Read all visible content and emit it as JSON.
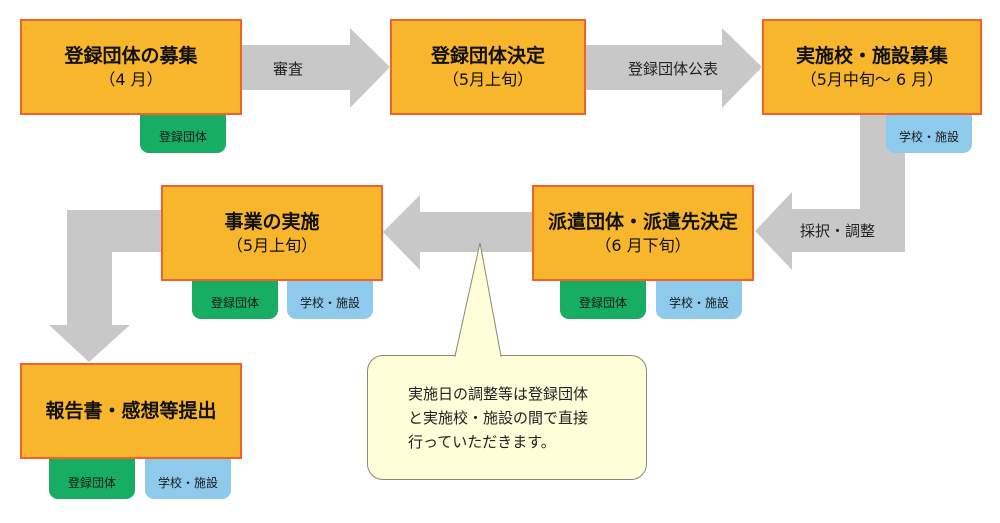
{
  "colors": {
    "step_fill": "#f8b62d",
    "step_border": "#f0622a",
    "arrow": "#c8c8c8",
    "tag_org": "#17ad62",
    "tag_school": "#8dcaec",
    "callout_fill": "#fefed8"
  },
  "steps": [
    {
      "title": "登録団体の募集",
      "period": "（4 月）",
      "tags": [
        "登録団体"
      ]
    },
    {
      "title": "登録団体決定",
      "period": "（5月上旬）",
      "tags": []
    },
    {
      "title": "実施校・施設募集",
      "period": "（5月中旬～ 6 月）",
      "tags": [
        "学校・施設"
      ]
    },
    {
      "title": "派遣団体・派遣先決定",
      "period": "（6 月下旬）",
      "tags": [
        "登録団体",
        "学校・施設"
      ]
    },
    {
      "title": "事業の実施",
      "period": "（5月上旬）",
      "tags": [
        "登録団体",
        "学校・施設"
      ]
    },
    {
      "title": "報告書・感想等提出",
      "period": "",
      "tags": [
        "登録団体",
        "学校・施設"
      ]
    }
  ],
  "arrows": [
    {
      "label": "審査"
    },
    {
      "label": "登録団体公表"
    },
    {
      "label": "採択・調整"
    },
    {
      "label": ""
    },
    {
      "label": ""
    }
  ],
  "callout": {
    "text": "実施日の調整等は登録団体\nと実施校・施設の間で直接\n行っていただきます。"
  }
}
